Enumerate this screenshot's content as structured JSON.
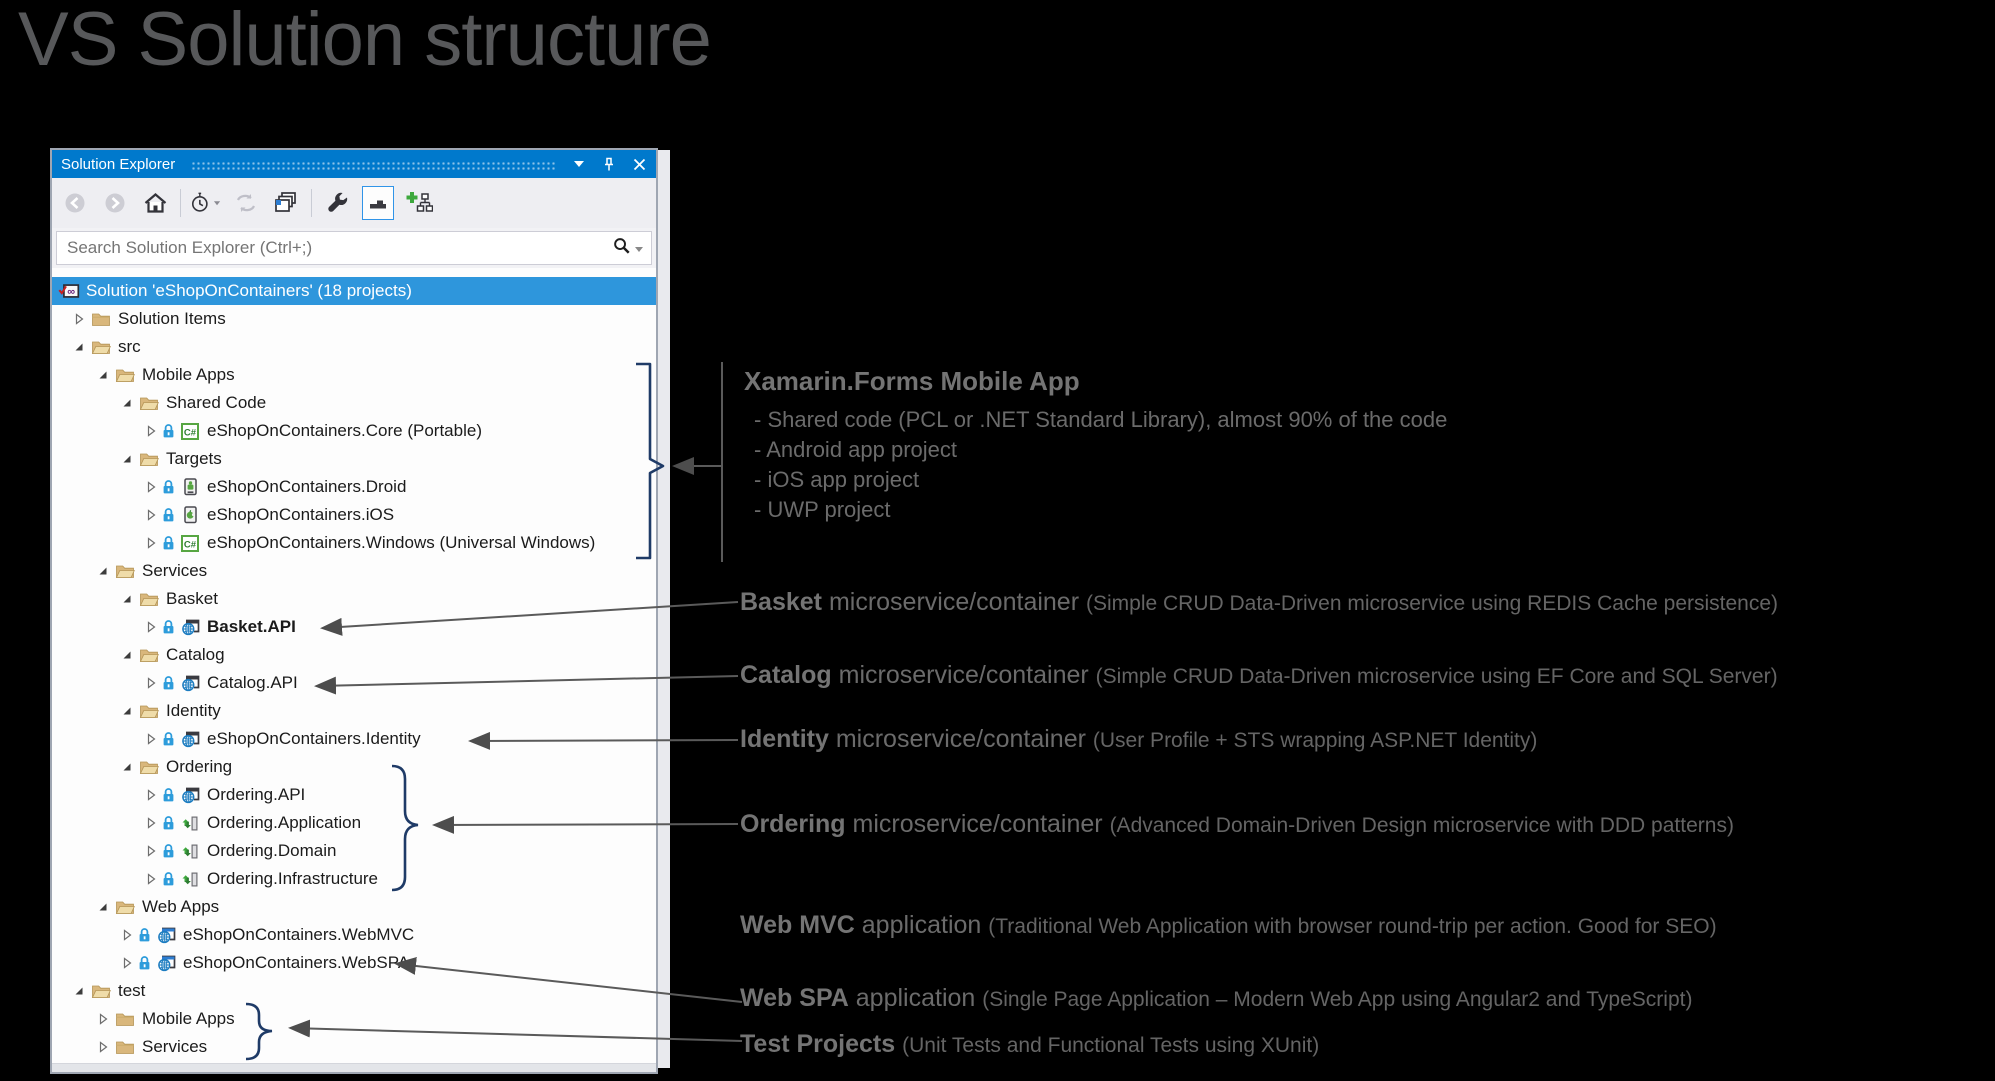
{
  "page": {
    "title": "VS Solution structure"
  },
  "panel": {
    "title": "Solution Explorer",
    "titlebar_controls": [
      "window-position",
      "pin",
      "close"
    ],
    "toolbar": [
      {
        "name": "back-button",
        "icon": "back",
        "disabled": true
      },
      {
        "name": "forward-button",
        "icon": "forward",
        "disabled": true
      },
      {
        "name": "home-button",
        "icon": "home"
      },
      {
        "name": "sep"
      },
      {
        "name": "pending-changes-filter-button",
        "icon": "clock"
      },
      {
        "name": "sync-button",
        "icon": "sync",
        "disabled": true
      },
      {
        "name": "collapse-all-button",
        "icon": "collapse-all"
      },
      {
        "name": "sep"
      },
      {
        "name": "properties-button",
        "icon": "wrench"
      },
      {
        "name": "preview-selected-items-button",
        "icon": "preview",
        "selected": true
      },
      {
        "name": "sync-with-active-document-button",
        "icon": "sync-active"
      }
    ],
    "search": {
      "placeholder": "Search Solution Explorer (Ctrl+;)",
      "icons": [
        "search-icon",
        "caret-down-icon"
      ]
    },
    "tree": [
      {
        "level": 0,
        "expand": "none",
        "icon": "solution",
        "label": "Solution 'eShopOnContainers' (18 projects)",
        "selected": true
      },
      {
        "level": 1,
        "expand": "collapsed",
        "icon": "folder-closed",
        "label": "Solution Items"
      },
      {
        "level": 1,
        "expand": "expanded",
        "icon": "folder-open",
        "label": "src"
      },
      {
        "level": 2,
        "expand": "expanded",
        "icon": "folder-open",
        "label": "Mobile Apps"
      },
      {
        "level": 3,
        "expand": "expanded",
        "icon": "folder-open",
        "label": "Shared Code"
      },
      {
        "level": 4,
        "expand": "collapsed",
        "icon": "csharp",
        "lock": true,
        "label": "eShopOnContainers.Core (Portable)"
      },
      {
        "level": 3,
        "expand": "expanded",
        "icon": "folder-open",
        "label": "Targets"
      },
      {
        "level": 4,
        "expand": "collapsed",
        "icon": "droid",
        "lock": true,
        "label": "eShopOnContainers.Droid"
      },
      {
        "level": 4,
        "expand": "collapsed",
        "icon": "ios",
        "lock": true,
        "label": "eShopOnContainers.iOS"
      },
      {
        "level": 4,
        "expand": "collapsed",
        "icon": "csharp",
        "lock": true,
        "label": "eShopOnContainers.Windows (Universal Windows)"
      },
      {
        "level": 2,
        "expand": "expanded",
        "icon": "folder-open",
        "label": "Services"
      },
      {
        "level": 3,
        "expand": "expanded",
        "icon": "folder-open",
        "label": "Basket"
      },
      {
        "level": 4,
        "expand": "collapsed",
        "icon": "webapi",
        "lock": true,
        "label": "Basket.API",
        "bold": true
      },
      {
        "level": 3,
        "expand": "expanded",
        "icon": "folder-open",
        "label": "Catalog"
      },
      {
        "level": 4,
        "expand": "collapsed",
        "icon": "webapi",
        "lock": true,
        "label": "Catalog.API"
      },
      {
        "level": 3,
        "expand": "expanded",
        "icon": "folder-open",
        "label": "Identity"
      },
      {
        "level": 4,
        "expand": "collapsed",
        "icon": "webapi",
        "lock": true,
        "label": "eShopOnContainers.Identity"
      },
      {
        "level": 3,
        "expand": "expanded",
        "icon": "folder-open",
        "label": "Ordering"
      },
      {
        "level": 4,
        "expand": "collapsed",
        "icon": "webapi",
        "lock": true,
        "label": "Ordering.API"
      },
      {
        "level": 4,
        "expand": "collapsed",
        "icon": "classlib",
        "lock": true,
        "label": "Ordering.Application"
      },
      {
        "level": 4,
        "expand": "collapsed",
        "icon": "classlib",
        "lock": true,
        "label": "Ordering.Domain"
      },
      {
        "level": 4,
        "expand": "collapsed",
        "icon": "classlib",
        "lock": true,
        "label": "Ordering.Infrastructure"
      },
      {
        "level": 2,
        "expand": "expanded",
        "icon": "folder-open",
        "label": "Web Apps"
      },
      {
        "level": 3,
        "expand": "collapsed",
        "icon": "webapp",
        "lock": true,
        "label": "eShopOnContainers.WebMVC"
      },
      {
        "level": 3,
        "expand": "collapsed",
        "icon": "webapp",
        "lock": true,
        "label": "eShopOnContainers.WebSPA"
      },
      {
        "level": 1,
        "expand": "expanded",
        "icon": "folder-open",
        "label": "test"
      },
      {
        "level": 2,
        "expand": "collapsed",
        "icon": "folder-closed",
        "label": "Mobile Apps"
      },
      {
        "level": 2,
        "expand": "collapsed",
        "icon": "folder-closed",
        "label": "Services"
      }
    ]
  },
  "annotations": {
    "xamarin": {
      "title": "Xamarin.Forms Mobile App",
      "items": [
        "- Shared code (PCL or .NET Standard Library), almost 90% of the code",
        "- Android app project",
        "- iOS app project",
        "- UWP project"
      ]
    },
    "notes": [
      {
        "id": "basket",
        "bold": "Basket",
        "mid": " microservice/container ",
        "paren": "(Simple CRUD Data-Driven microservice using REDIS Cache persistence)"
      },
      {
        "id": "catalog",
        "bold": "Catalog",
        "mid": " microservice/container ",
        "paren": "(Simple CRUD Data-Driven microservice using EF Core and SQL Server)"
      },
      {
        "id": "identity",
        "bold": "Identity",
        "mid": " microservice/container ",
        "paren": "(User Profile + STS wrapping ASP.NET Identity)"
      },
      {
        "id": "ordering",
        "bold": "Ordering",
        "mid": " microservice/container ",
        "paren": "(Advanced Domain-Driven Design microservice with DDD patterns)"
      },
      {
        "id": "webmvc",
        "bold": "Web MVC",
        "mid": " application ",
        "paren": "(Traditional Web Application with browser round-trip per action. Good for SEO)"
      },
      {
        "id": "webspa",
        "bold": "Web SPA",
        "mid": " application ",
        "paren": "(Single Page Application – Modern Web App using Angular2 and TypeScript)"
      },
      {
        "id": "test",
        "bold": "Test Projects",
        "mid": " ",
        "paren": "(Unit Tests and Functional Tests using XUnit)"
      }
    ]
  },
  "colors": {
    "titlebar_blue": "#0079CC",
    "selection_blue": "#2E96DC",
    "folder_tan": "#D9B77C",
    "annotation_gray": "#6B6B6B",
    "bracket_navy": "#1F3B67",
    "arrow_gray": "#555555",
    "background": "#000000"
  }
}
